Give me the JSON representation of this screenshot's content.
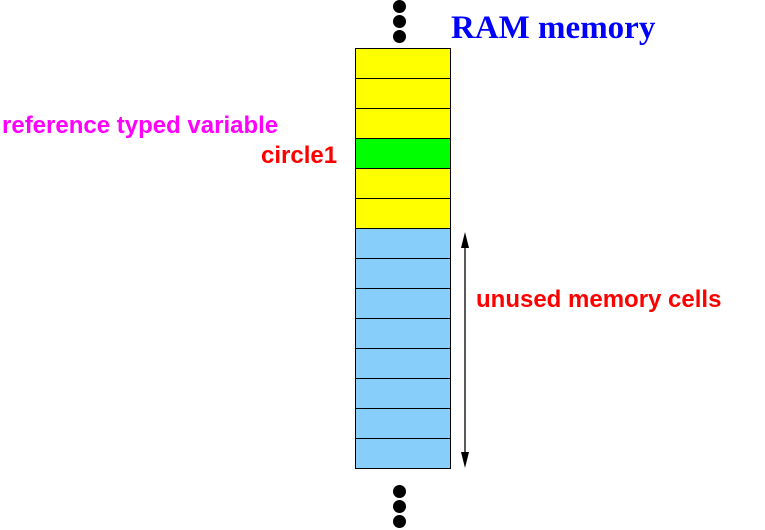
{
  "title": "RAM memory",
  "colors": {
    "title": "#0000ff",
    "used_cell": "#ffff00",
    "variable_cell": "#00ff00",
    "unused_cell": "#87cefa",
    "variable_label": "#ff00ff",
    "name_label": "#ff0000",
    "unused_label": "#ff0000"
  },
  "memory_cells": [
    {
      "state": "used"
    },
    {
      "state": "used"
    },
    {
      "state": "used"
    },
    {
      "state": "variable"
    },
    {
      "state": "used"
    },
    {
      "state": "used"
    },
    {
      "state": "unused"
    },
    {
      "state": "unused"
    },
    {
      "state": "unused"
    },
    {
      "state": "unused"
    },
    {
      "state": "unused"
    },
    {
      "state": "unused"
    },
    {
      "state": "unused"
    },
    {
      "state": "unused"
    }
  ],
  "labels": {
    "reference_variable": "reference typed variable",
    "variable_name": "circle1",
    "unused_range": "unused memory cells"
  },
  "continuation": {
    "top_icon": "vertical-ellipsis",
    "bottom_icon": "vertical-ellipsis"
  }
}
